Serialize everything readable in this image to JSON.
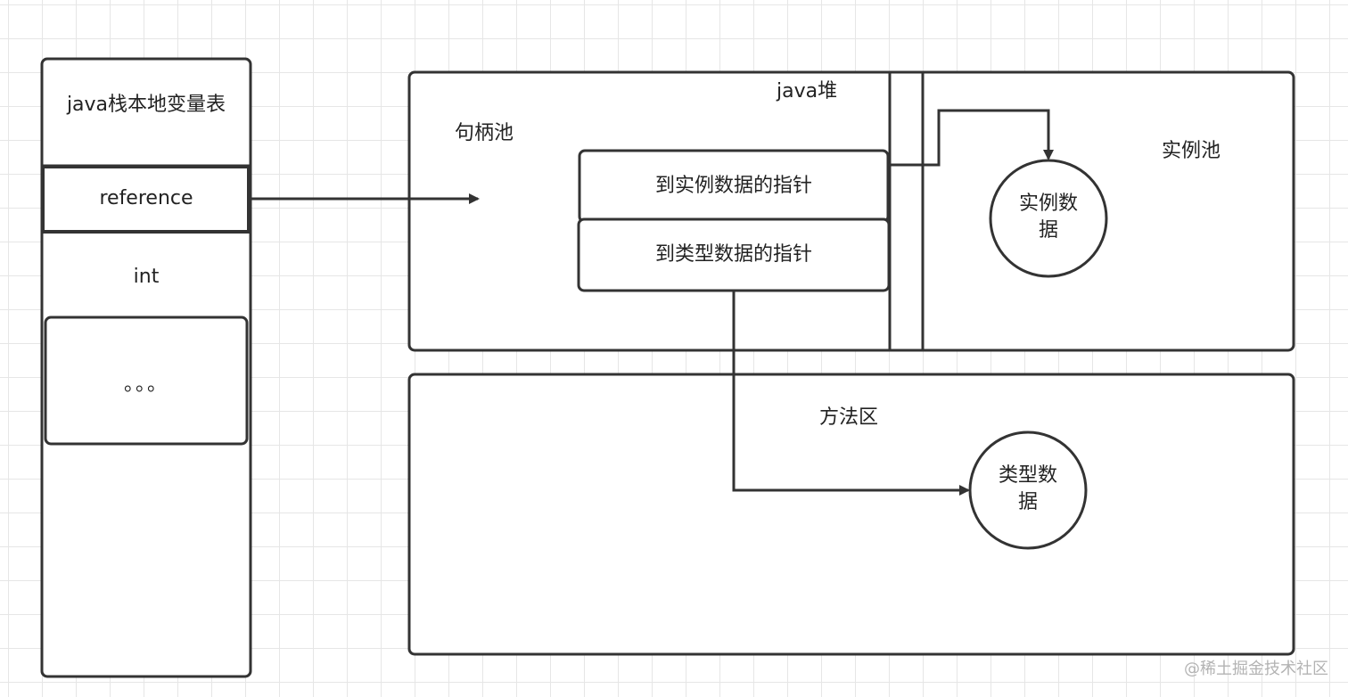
{
  "stack": {
    "title": "java栈本地变量表",
    "reference": "reference",
    "int": "int",
    "ellipsis": "。。。"
  },
  "heap": {
    "title": "java堆",
    "handle_pool": "句柄池",
    "instance_pointer": "到实例数据的指针",
    "type_pointer": "到类型数据的指针",
    "instance_pool": "实例池",
    "instance_data": "实例数据"
  },
  "method_area": {
    "title": "方法区",
    "type_data": "类型数据"
  },
  "watermark": "@稀土掘金技术社区",
  "colors": {
    "stroke": "#333333",
    "text": "#222222",
    "grid": "#e6e6e6"
  }
}
